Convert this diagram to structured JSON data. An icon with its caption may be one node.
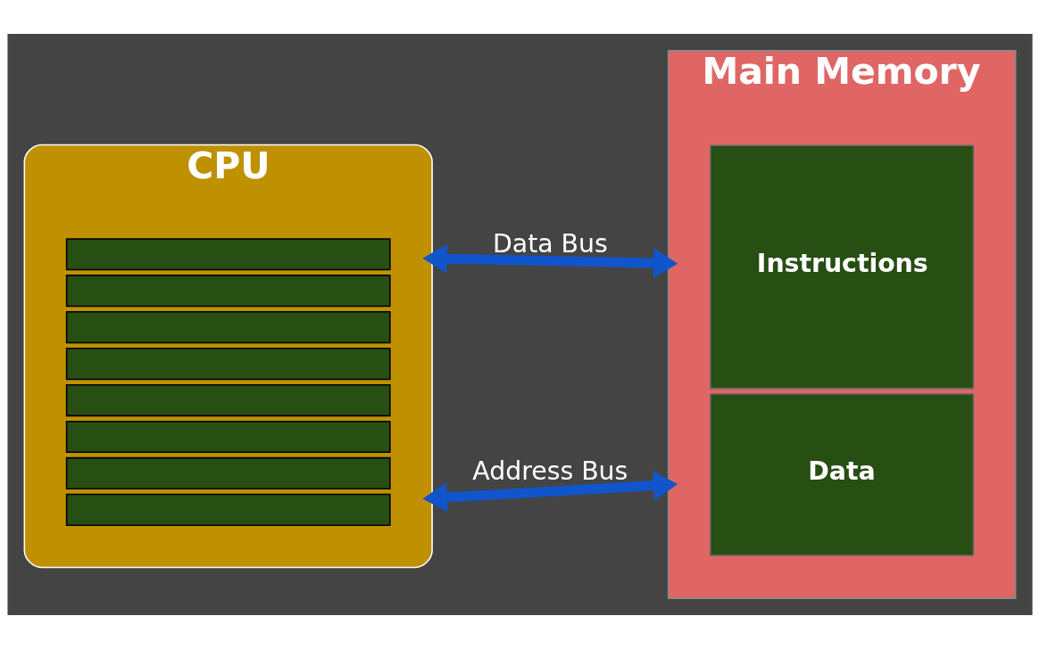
{
  "diagram": {
    "nodes": [
      {
        "text": [
          "CPU"
        ]
      },
      {
        "text": [],
        "shape": "bar",
        "in": 0
      },
      {
        "text": [],
        "shape": "bar",
        "in": 0
      },
      {
        "text": [],
        "shape": "bar",
        "in": 0
      },
      {
        "text": [],
        "shape": "bar",
        "in": 0
      },
      {
        "text": [],
        "shape": "bar",
        "in": 0
      },
      {
        "text": [],
        "shape": "bar",
        "in": 0
      },
      {
        "text": [],
        "shape": "bar",
        "in": 0
      },
      {
        "text": [],
        "shape": "bar",
        "in": 0
      },
      {
        "text": [
          "Main Memory"
        ]
      },
      {
        "text": [
          "Instructions"
        ],
        "in": 9
      },
      {
        "text": [
          "Data"
        ],
        "in": 9
      }
    ],
    "edges": [
      {
        "from": 0,
        "to": 9,
        "arrow": "both",
        "label": "Data Bus"
      },
      {
        "from": 0,
        "to": 9,
        "arrow": "both",
        "label": "Address Bus"
      }
    ]
  }
}
